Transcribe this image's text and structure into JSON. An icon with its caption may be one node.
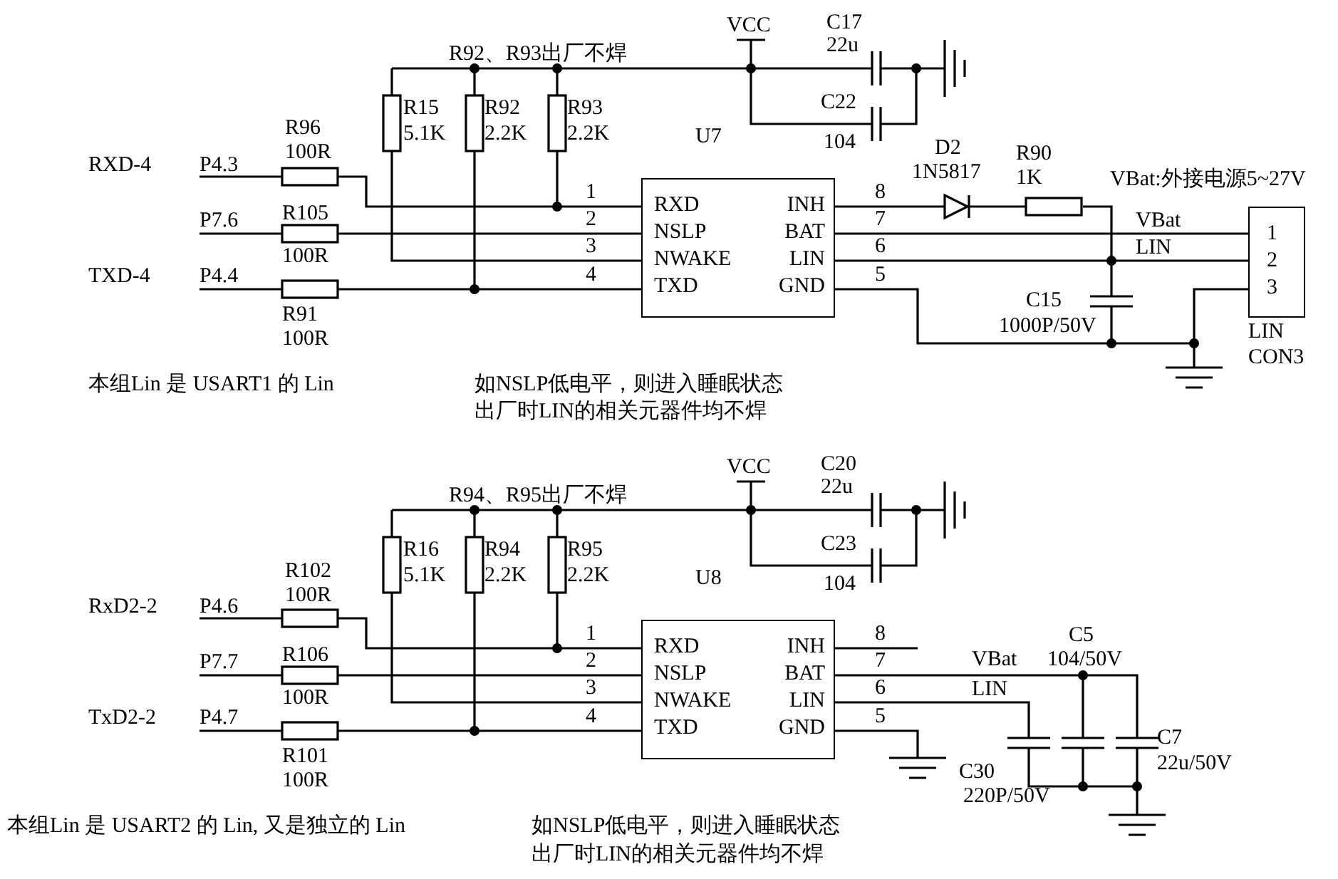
{
  "diagram": {
    "nodes": [
      {
        "text": [
          "RXD",
          "NSLP",
          "NWAKE",
          "TXD",
          "INH",
          "BAT",
          "LIN",
          "GND"
        ],
        "beside": [
          "U7"
        ]
      },
      {
        "text": [
          "1",
          "2",
          "3"
        ],
        "beside": [
          "LIN",
          "CON3"
        ]
      },
      {
        "text": [
          "RXD",
          "NSLP",
          "NWAKE",
          "TXD",
          "INH",
          "BAT",
          "LIN",
          "GND"
        ],
        "beside": [
          "U8"
        ]
      }
    ],
    "edges": [
      {
        "from": 0,
        "to": 1,
        "arrow": "none",
        "label": "VBat"
      },
      {
        "from": 0,
        "to": 1,
        "arrow": "none",
        "label": "LIN"
      },
      {
        "from": 0,
        "to": 1,
        "arrow": "none"
      }
    ],
    "labels": [
      "R92、R93出厂不焊",
      "VCC",
      "C17",
      "22u",
      "R15",
      "5.1K",
      "R92",
      "2.2K",
      "R93",
      "2.2K",
      "C22",
      "104",
      "R96",
      "100R",
      "D2",
      "1N5817",
      "R90",
      "1K",
      "VBat:外接电源5~27V",
      "RXD-4",
      "P4.3",
      "1",
      "8",
      "P7.6",
      "R105",
      "2",
      "7",
      "100R",
      "3",
      "6",
      "TXD-4",
      "P4.4",
      "4",
      "5",
      "C15",
      "1000P/50V",
      "R91",
      "100R",
      "本组Lin 是 USART1 的 Lin",
      "如NSLP低电平，则进入睡眠状态",
      "出厂时LIN的相关元器件均不焊",
      "R94、R95出厂不焊",
      "VCC",
      "C20",
      "22u",
      "R16",
      "5.1K",
      "R94",
      "2.2K",
      "R95",
      "2.2K",
      "C23",
      "104",
      "R102",
      "100R",
      "RxD2-2",
      "P4.6",
      "1",
      "8",
      "P7.7",
      "R106",
      "2",
      "7",
      "VBat",
      "C5",
      "104/50V",
      "100R",
      "3",
      "6",
      "LIN",
      "TxD2-2",
      "P4.7",
      "4",
      "5",
      "C7",
      "22u/50V",
      "C30",
      "220P/50V",
      "R101",
      "100R",
      "本组Lin 是 USART2 的 Lin, 又是独立的 Lin",
      "如NSLP低电平，则进入睡眠状态",
      "出厂时LIN的相关元器件均不焊"
    ]
  }
}
